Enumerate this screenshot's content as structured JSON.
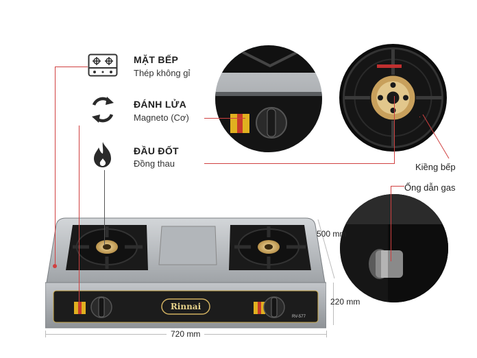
{
  "features": [
    {
      "title": "MẶT BẾP",
      "subtitle": "Thép không gỉ",
      "icon": "stove-top-icon"
    },
    {
      "title": "ĐÁNH LỬA",
      "subtitle": "Magneto (Cơ)",
      "icon": "refresh-cycle-icon"
    },
    {
      "title": "ĐẦU ĐỐT",
      "subtitle": "Đồng thau",
      "icon": "flame-icon"
    }
  ],
  "callouts": {
    "pan_support": "Kiềng bếp",
    "gas_pipe": "Ống dẫn gas"
  },
  "dimensions": {
    "width": "720 mm",
    "depth": "500 mm",
    "height": "220 mm"
  },
  "brand": {
    "logo": "Rinnai",
    "model": "RV-577"
  },
  "colors": {
    "accent_line": "#d04040",
    "steel": "#b9bcc0",
    "panel": "#1c1c1c"
  }
}
